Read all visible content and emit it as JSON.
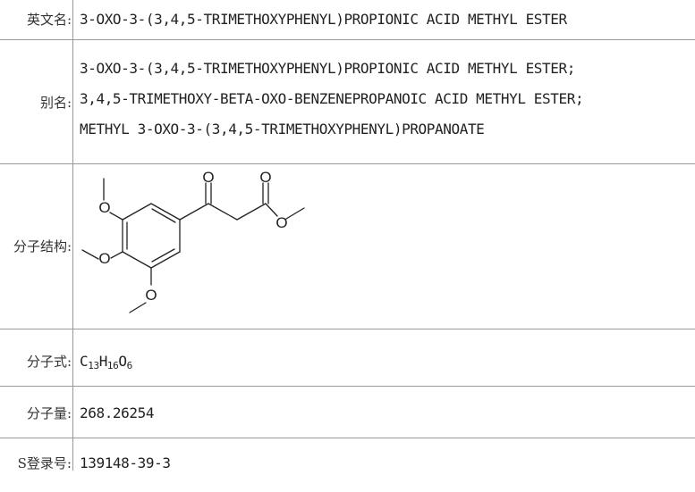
{
  "rows": {
    "english_name": {
      "label": "英文名:",
      "value": "3-OXO-3-(3,4,5-TRIMETHOXYPHENYL)PROPIONIC ACID METHYL ESTER"
    },
    "synonyms": {
      "label": "别名:",
      "values": [
        "3-OXO-3-(3,4,5-TRIMETHOXYPHENYL)PROPIONIC ACID METHYL ESTER;",
        "3,4,5-TRIMETHOXY-BETA-OXO-BENZENEPROPANOIC ACID METHYL ESTER;",
        "METHYL 3-OXO-3-(3,4,5-TRIMETHOXYPHENYL)PROPANOATE"
      ]
    },
    "structure": {
      "label": "分子结构:",
      "atoms": [
        "O",
        "O",
        "O",
        "O",
        "O",
        "O"
      ]
    },
    "formula": {
      "label": "分子式:",
      "parts": [
        "C",
        "13",
        "H",
        "16",
        "O",
        "6"
      ]
    },
    "weight": {
      "label": "分子量:",
      "value": "268.26254"
    },
    "cas": {
      "label": "S登录号:",
      "value": "139148-39-3"
    }
  }
}
